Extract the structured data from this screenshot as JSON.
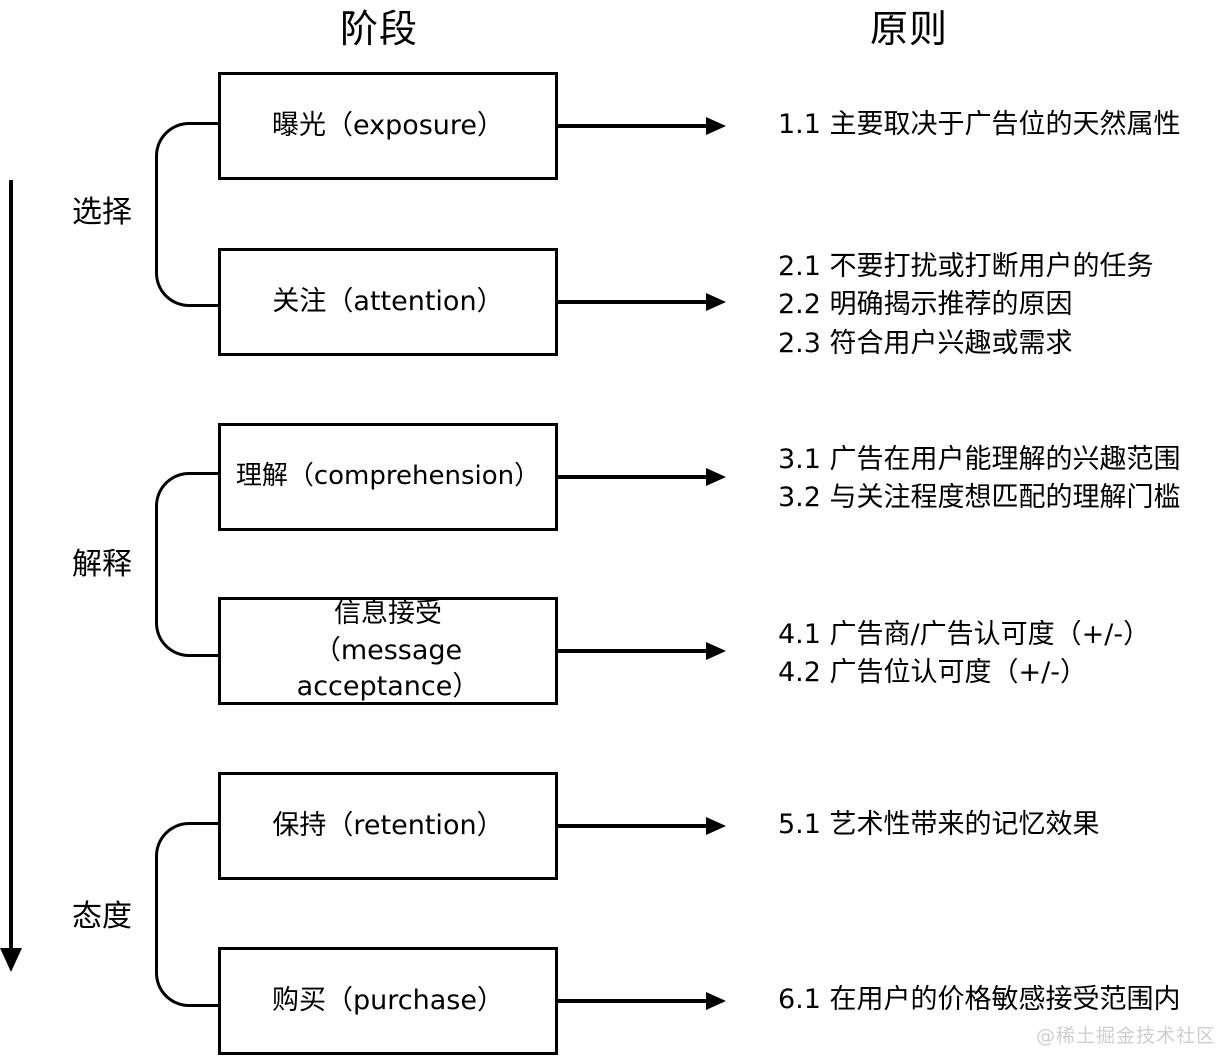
{
  "headers": {
    "stage": "阶段",
    "principle": "原则"
  },
  "phases": [
    {
      "label": "选择"
    },
    {
      "label": "解释"
    },
    {
      "label": "态度"
    }
  ],
  "stages": [
    {
      "id": "exposure",
      "label": "曝光（exposure）"
    },
    {
      "id": "attention",
      "label": "关注（attention）"
    },
    {
      "id": "comprehension",
      "label": "理解（comprehension）"
    },
    {
      "id": "message",
      "line1": "信息接受",
      "line2": "（message acceptance）"
    },
    {
      "id": "retention",
      "label": "保持（retention）"
    },
    {
      "id": "purchase",
      "label": "购买（purchase）"
    }
  ],
  "principles": [
    {
      "lines": [
        "1.1 主要取决于广告位的天然属性"
      ]
    },
    {
      "lines": [
        "2.1 不要打扰或打断用户的任务",
        "2.2 明确揭示推荐的原因",
        "2.3 符合用户兴趣或需求"
      ]
    },
    {
      "lines": [
        "3.1 广告在用户能理解的兴趣范围",
        "3.2 与关注程度想匹配的理解门槛"
      ]
    },
    {
      "lines": [
        "4.1 广告商/广告认可度（+/-）",
        "4.2 广告位认可度（+/-）"
      ]
    },
    {
      "lines": [
        "5.1 艺术性带来的记忆效果"
      ]
    },
    {
      "lines": [
        "6.1 在用户的价格敏感接受范围内"
      ]
    }
  ],
  "watermark": "@稀土掘金技术社区",
  "colors": {
    "stroke": "#000000",
    "background": "#ffffff",
    "watermark": "#cfcfcf"
  }
}
